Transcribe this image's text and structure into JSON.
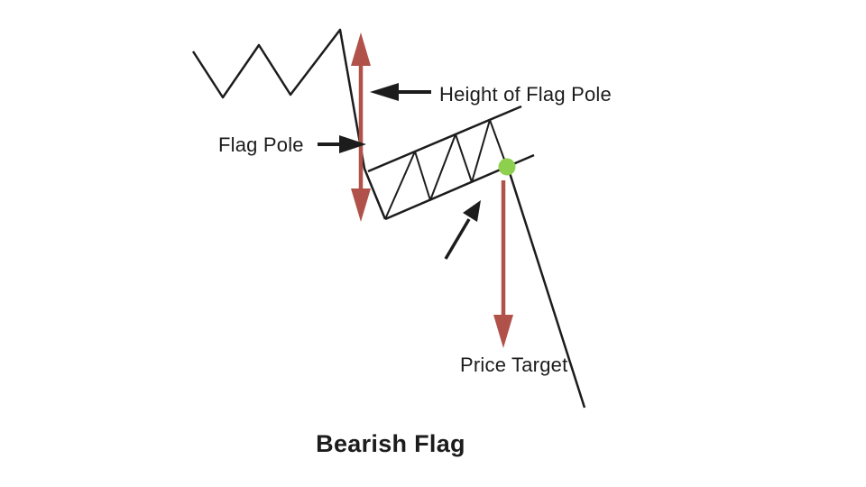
{
  "title": "Bearish Flag",
  "labels": {
    "height_of_flag_pole": "Height of Flag Pole",
    "flag_pole": "Flag Pole",
    "price_target": "Price Target"
  },
  "colors": {
    "line": "#1c1c1c",
    "arrow_red": "#b0524a",
    "dot_green": "#8dd04e",
    "text": "#1c1c1c",
    "background": "#ffffff"
  },
  "diagram": {
    "type": "bearish-flag-chart-pattern",
    "description": "Price zigzags down, drops steeply (flag pole), consolidates upward in a flag channel, then breaks out downward to the price target"
  }
}
